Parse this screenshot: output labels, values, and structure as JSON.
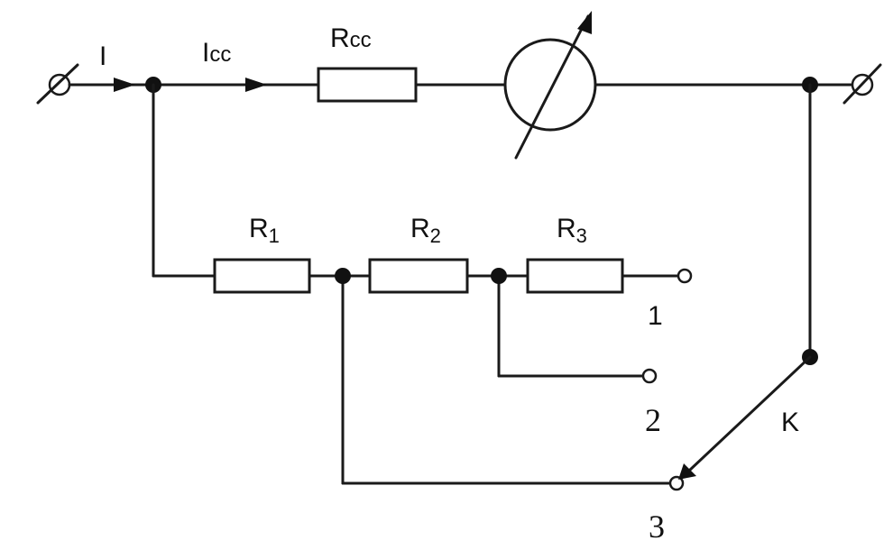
{
  "labels": {
    "current_total": "I",
    "current_meter_main": "I",
    "current_meter_sub": "cc",
    "resistor_meter_main": "R",
    "resistor_meter_sub": "cc",
    "r1_main": "R",
    "r1_sub": "1",
    "r2_main": "R",
    "r2_sub": "2",
    "r3_main": "R",
    "r3_sub": "3",
    "switch": "K",
    "tap_1": "1",
    "tap_2": "2",
    "tap_3": "3"
  }
}
